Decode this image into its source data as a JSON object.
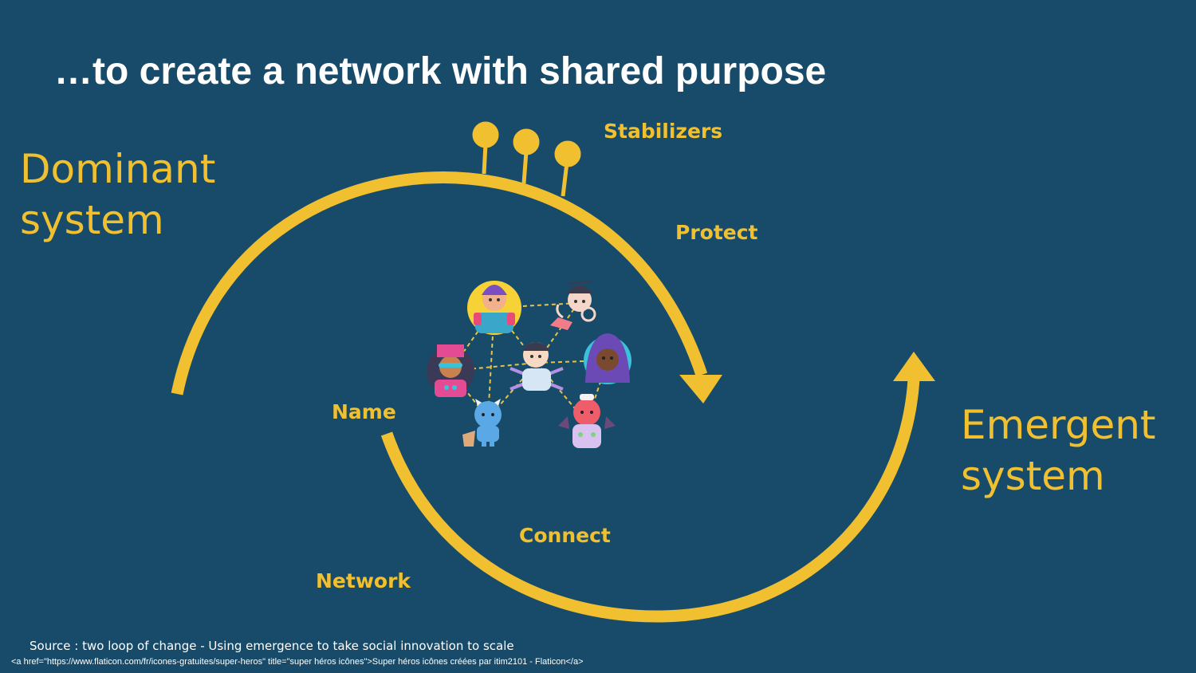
{
  "title": "…to create a network with shared purpose",
  "dominant": {
    "line1": "Dominant",
    "line2": "system"
  },
  "emergent": {
    "line1": "Emergent",
    "line2": "system"
  },
  "labels": {
    "stabilizers": "Stabilizers",
    "protect": "Protect",
    "name": "Name",
    "connect": "Connect",
    "network": "Network"
  },
  "source": "Source : two loop of change - Using emergence to take social innovation to scale",
  "credit": "<a href=\"https://www.flaticon.com/fr/icones-gratuites/super-heros\" title=\"super héros icônes\">Super héros icônes créées par itim2101 - Flaticon</a>",
  "colors": {
    "background": "#184b69",
    "accent": "#f0c030",
    "text": "#ffffff"
  },
  "icons": [
    "hero-blonde-icon",
    "hero-samurai-icon",
    "hero-glasses-icon",
    "hero-center-icon",
    "hero-hooded-icon",
    "hero-demon-icon",
    "hero-oni-icon"
  ]
}
